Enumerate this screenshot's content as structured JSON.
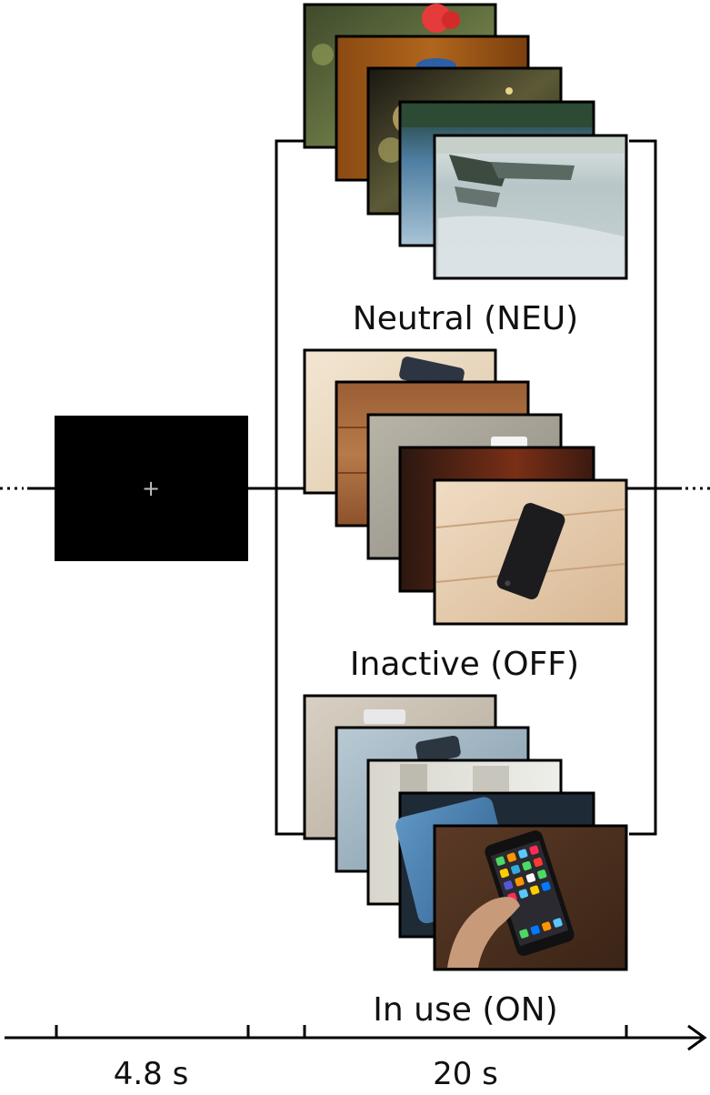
{
  "fixation": {
    "symbol": "+"
  },
  "conditions": [
    {
      "id": "neu",
      "label": "Neutral (NEU)"
    },
    {
      "id": "off",
      "label": "Inactive (OFF)"
    },
    {
      "id": "on",
      "label": "In use (ON)"
    }
  ],
  "timeline": {
    "fixation_duration": "4.8 s",
    "block_duration": "20 s"
  }
}
